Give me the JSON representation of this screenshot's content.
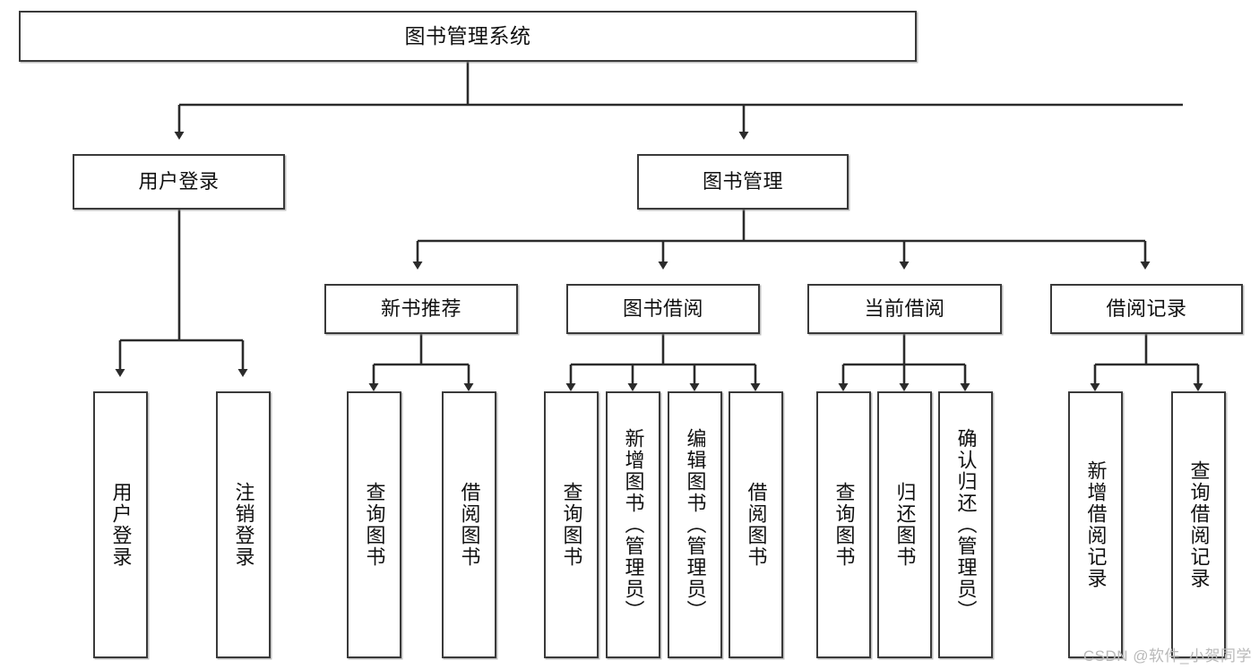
{
  "diagram": {
    "title": "图书管理系统",
    "type": "tree",
    "watermark": "CSDN @软件_小贺同学",
    "colors": {
      "box_border": "#3a3a3a",
      "box_fill": "#ffffff",
      "connector": "#2b2b2b",
      "watermark": "#b9b9b9",
      "background": "#ffffff"
    },
    "root": {
      "id": "root",
      "label": "图书管理系统"
    },
    "level2": [
      {
        "id": "user-login",
        "label": "用户登录"
      },
      {
        "id": "book-manage",
        "label": "图书管理"
      }
    ],
    "level3": [
      {
        "id": "new-book-rec",
        "label": "新书推荐"
      },
      {
        "id": "book-borrow",
        "label": "图书借阅"
      },
      {
        "id": "current-borrow",
        "label": "当前借阅"
      },
      {
        "id": "borrow-record",
        "label": "借阅记录"
      }
    ],
    "leaves": {
      "user_login": [
        {
          "id": "leaf-user-login",
          "label": "用户登录"
        },
        {
          "id": "leaf-logout",
          "label": "注销登录"
        }
      ],
      "new_book_rec": [
        {
          "id": "leaf-query-book-1",
          "label": "查询图书"
        },
        {
          "id": "leaf-borrow-book-1",
          "label": "借阅图书"
        }
      ],
      "book_borrow": [
        {
          "id": "leaf-query-book-2",
          "label": "查询图书"
        },
        {
          "id": "leaf-add-book",
          "label": "新增图书（管理员）"
        },
        {
          "id": "leaf-edit-book",
          "label": "编辑图书（管理员）"
        },
        {
          "id": "leaf-borrow-book-2",
          "label": "借阅图书"
        }
      ],
      "current_borrow": [
        {
          "id": "leaf-query-book-3",
          "label": "查询图书"
        },
        {
          "id": "leaf-return-book",
          "label": "归还图书"
        },
        {
          "id": "leaf-confirm-return",
          "label": "确认归还（管理员）"
        }
      ],
      "borrow_record": [
        {
          "id": "leaf-add-record",
          "label": "新增借阅记录"
        },
        {
          "id": "leaf-query-record",
          "label": "查询借阅记录"
        }
      ]
    }
  }
}
